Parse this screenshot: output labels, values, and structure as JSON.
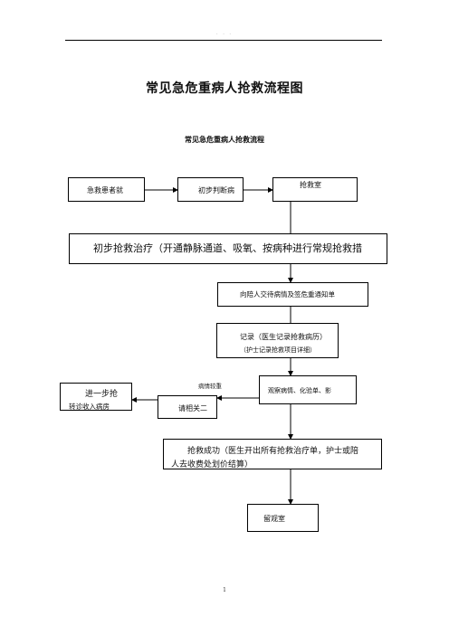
{
  "header": {
    "dots": ". . ."
  },
  "doc": {
    "title": "常见急危重病人抢救流程图",
    "subtitle": "常见急危重病人抢救流程"
  },
  "flow": {
    "patient": "急救患者就",
    "diagnose": "初步判断病",
    "rescue_room": "抢救室",
    "initial_treatment": "初步抢救治疗（开通静脉通道、吸氧、按病种进行常规抢救措",
    "notify_family": "向陪人交待病情及签危重通知单",
    "record_line1": "记录（医生记录抢救病历）",
    "record_line2": "（护士记录抢救项目详细）",
    "observe": "观察病情、化验单、影",
    "critical_note": "病情较重",
    "consult": "请相关二",
    "further_line1": "进一步抢",
    "further_line2": "转诊收入病房",
    "success_line1": "抢救成功（医生开出所有抢救治疗单，护士或陪",
    "success_line2": "人去收费处划价结算）",
    "observation_room": "留观室"
  },
  "footer": {
    "page": "1"
  }
}
